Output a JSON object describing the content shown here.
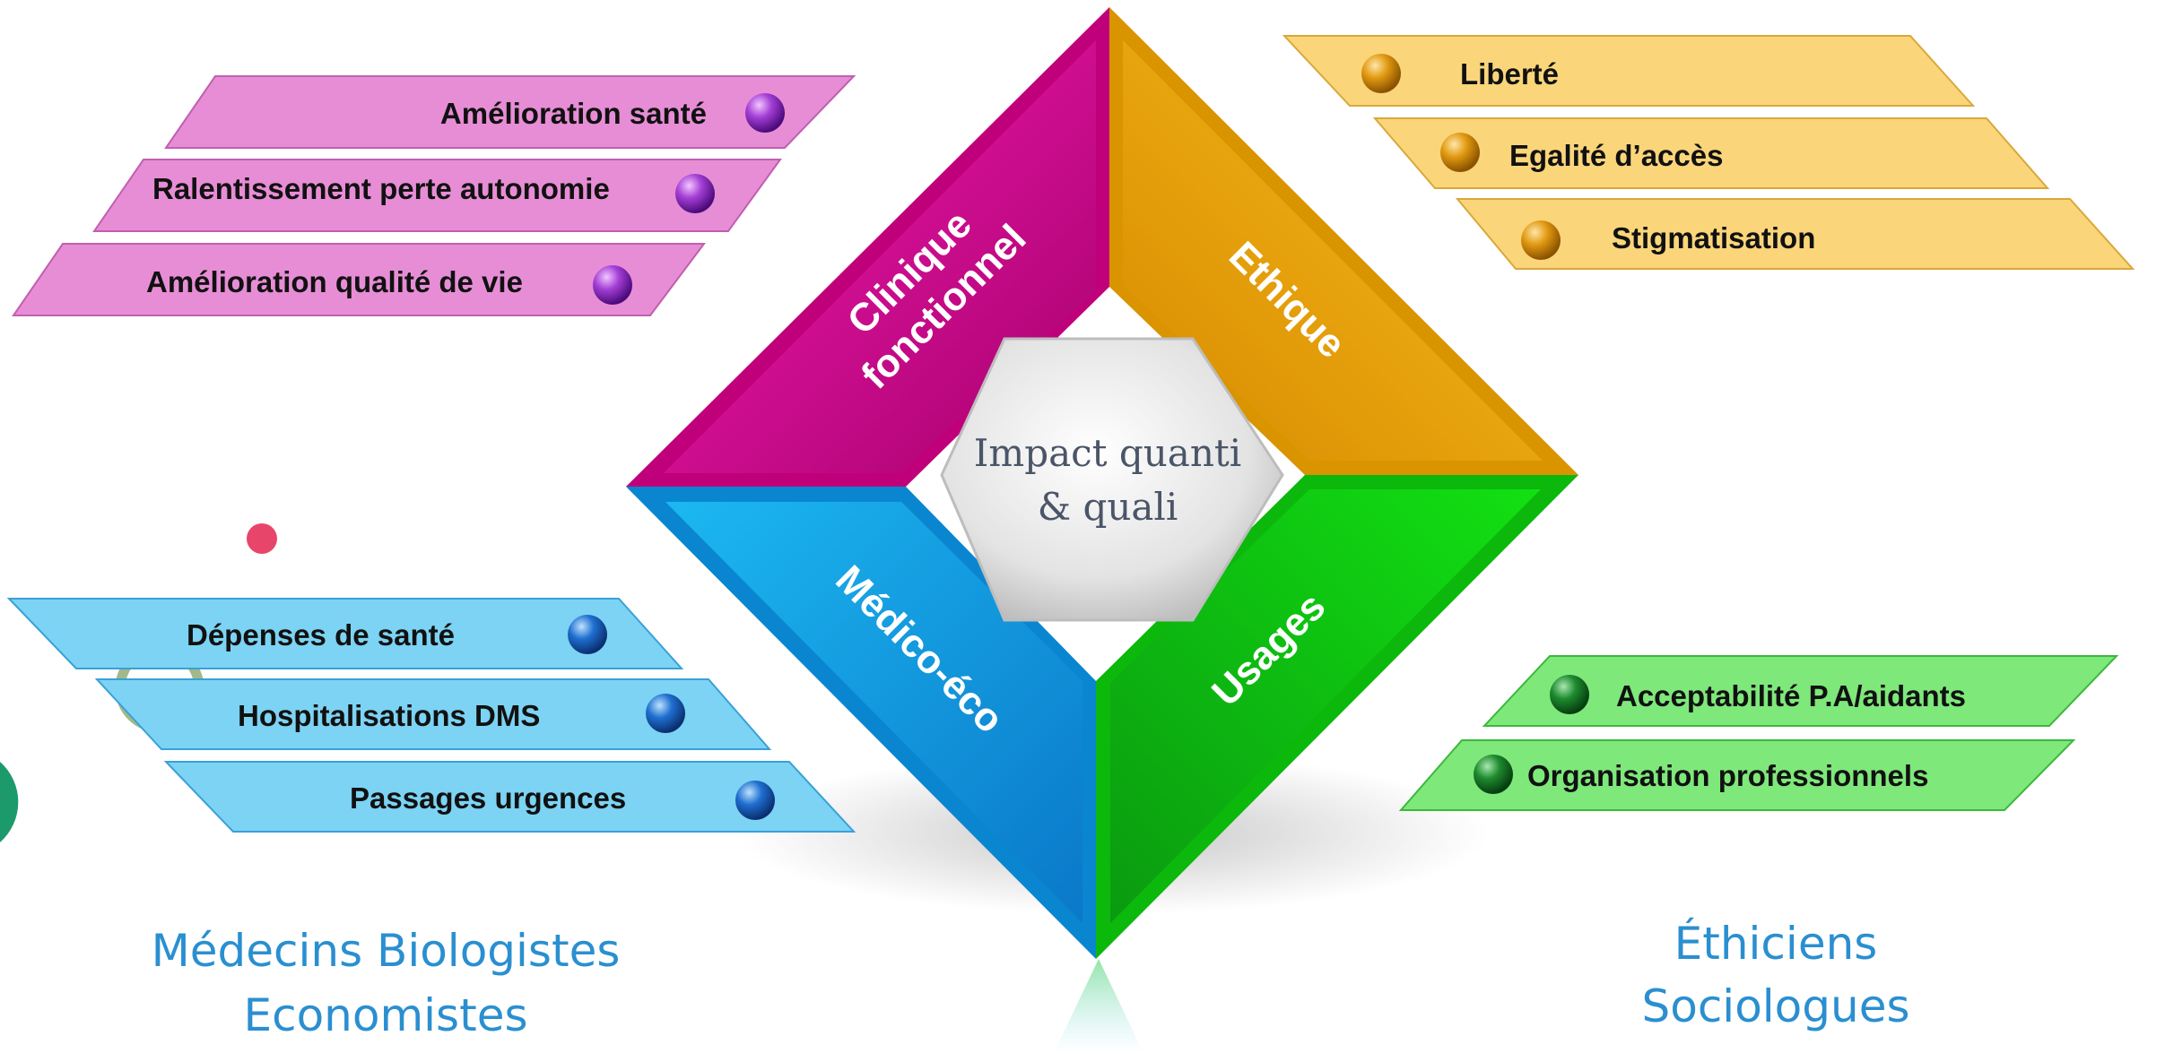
{
  "center": {
    "line1": "Impact quanti",
    "line2": "& quali"
  },
  "quadrants": {
    "clinique": {
      "line1": "Clinique",
      "line2": "fonctionnel"
    },
    "ethique": {
      "label": "Ethique"
    },
    "medico": {
      "label": "Médico-éco"
    },
    "usages": {
      "label": "Usages"
    }
  },
  "groups": {
    "clinique": [
      "Amélioration santé",
      "Ralentissement perte autonomie",
      "Amélioration qualité de vie"
    ],
    "ethique": [
      "Liberté",
      "Egalité d’accès",
      "Stigmatisation"
    ],
    "medico": [
      "Dépenses de santé",
      "Hospitalisations DMS",
      "Passages urgences"
    ],
    "usages": [
      "Acceptabilité P.A/aidants",
      "Organisation professionnels"
    ]
  },
  "audiences": {
    "left": {
      "line1": "Médecins Biologistes",
      "line2": "Economistes"
    },
    "right": {
      "line1": "Éthiciens",
      "line2": "Sociologues"
    }
  },
  "colors": {
    "clinique": "#e10098",
    "ethique": "#f5a800",
    "medico": "#00a8e8",
    "usages": "#1ecf1e",
    "audience_text": "#2a8fd0"
  }
}
